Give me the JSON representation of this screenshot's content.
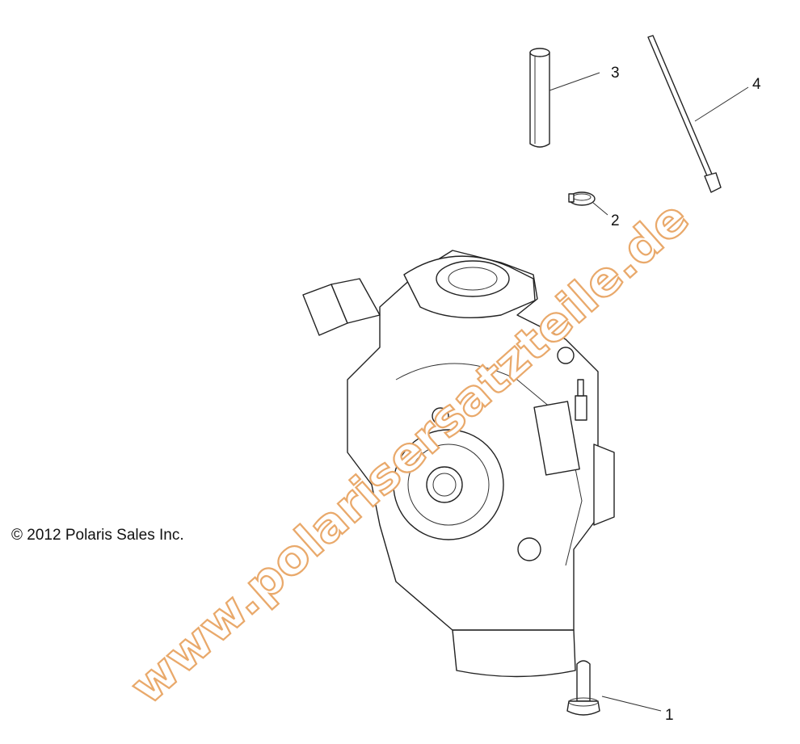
{
  "copyright": "© 2012 Polaris Sales Inc.",
  "watermark": "www.polarisersatzteile.de",
  "callouts": [
    {
      "id": "1",
      "part": "bolt"
    },
    {
      "id": "2",
      "part": "clamp"
    },
    {
      "id": "3",
      "part": "vent-hose"
    },
    {
      "id": "4",
      "part": "cable-tie"
    }
  ],
  "colors": {
    "watermark": "#e9a96b",
    "linework": "#222222"
  }
}
